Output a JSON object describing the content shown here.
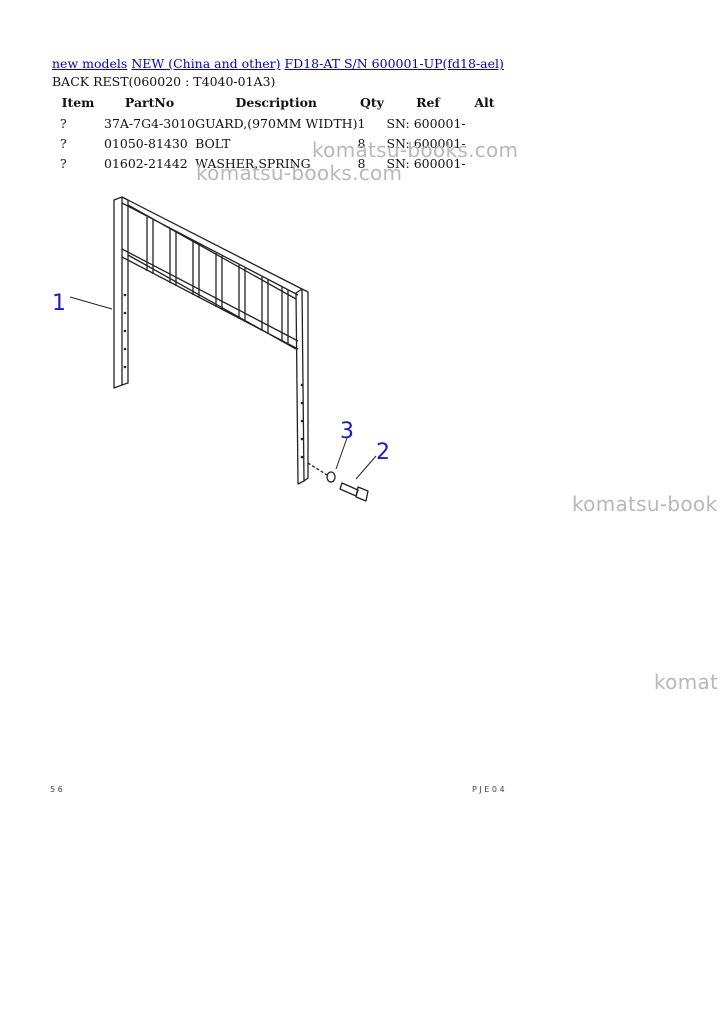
{
  "breadcrumb": {
    "link1": "new models",
    "link2": "NEW (China and other)",
    "link3": "FD18-AT S/N 600001-UP(fd18-ael)"
  },
  "title": "BACK REST(060020 : T4040-01A3)",
  "table": {
    "headers": [
      "Item",
      "PartNo",
      "Description",
      "Qty",
      "Ref",
      "Alt"
    ],
    "rows": [
      {
        "item": "?",
        "partno": "37A-7G4-3010",
        "desc": "GUARD,(970MM WIDTH)",
        "qty": "1",
        "ref": "SN: 600001-",
        "alt": ""
      },
      {
        "item": "?",
        "partno": "01050-81430",
        "desc": "BOLT",
        "qty": "8",
        "ref": "SN: 600001-",
        "alt": ""
      },
      {
        "item": "?",
        "partno": "01602-21442",
        "desc": "WASHER,SPRING",
        "qty": "8",
        "ref": "SN: 600001-",
        "alt": ""
      }
    ]
  },
  "watermarks": {
    "w1": "komatsu-books.com",
    "w2": "komatsu-books.com",
    "w3": "komatsu-book",
    "w4": "komat"
  },
  "drawing": {
    "callouts": [
      "1",
      "2",
      "3"
    ],
    "callout_color": "#1a1acc"
  },
  "page_marks": {
    "bottom_left": "5 6",
    "bottom_right": "P  J E  0  4"
  }
}
